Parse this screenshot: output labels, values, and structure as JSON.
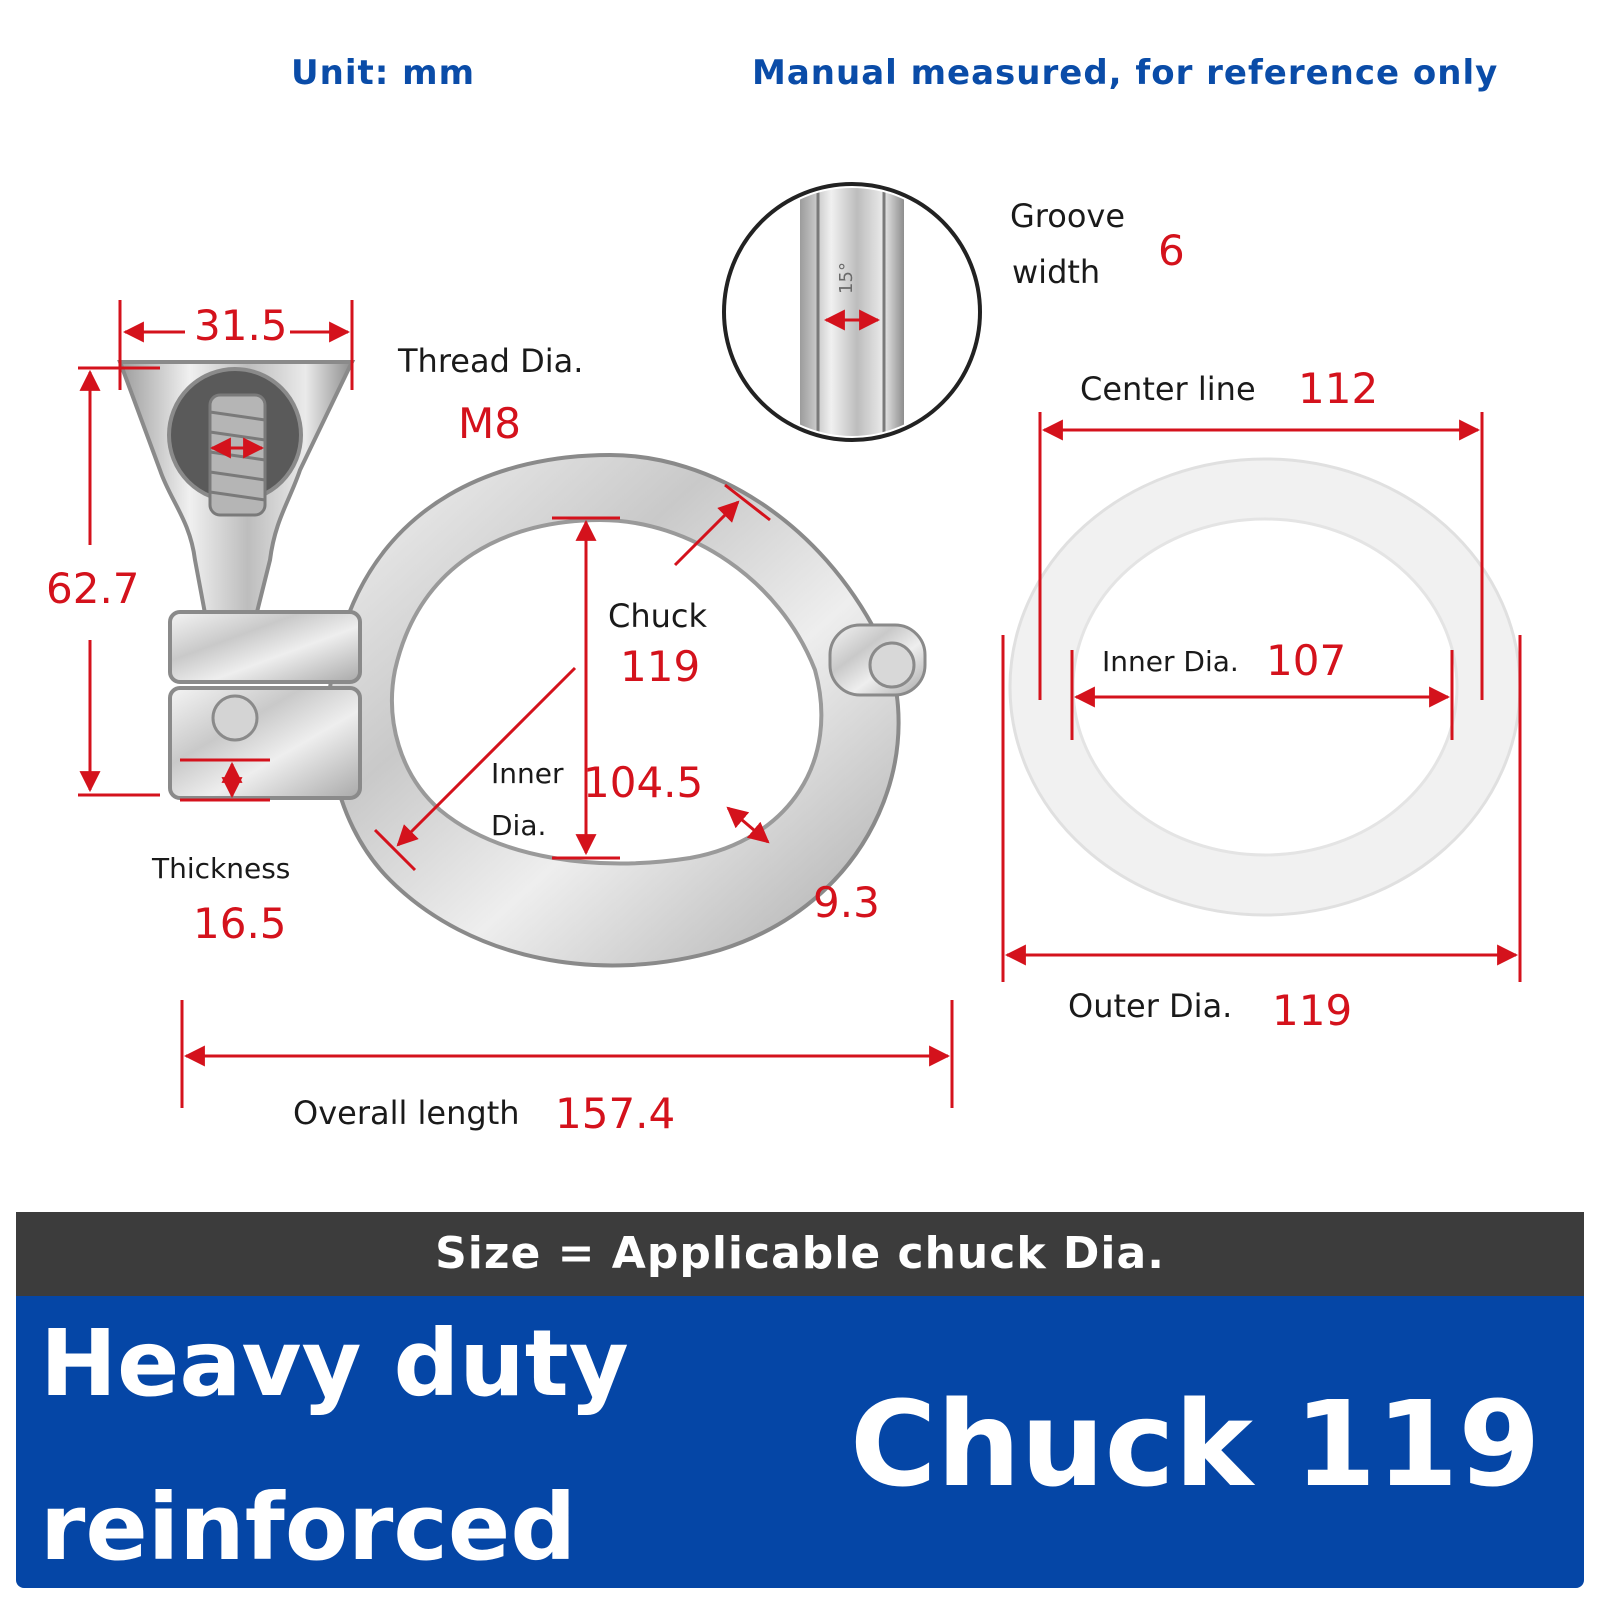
{
  "header": {
    "unit": "Unit: mm",
    "note": "Manual measured, for reference only"
  },
  "clamp": {
    "width_value": "31.5",
    "height_value": "62.7",
    "thread_label": "Thread Dia.",
    "thread_value": "M8",
    "chuck_label": "Chuck",
    "chuck_value": "119",
    "inner_label_1": "Inner",
    "inner_label_2": "Dia.",
    "inner_value": "104.5",
    "band_value": "9.3",
    "thickness_label": "Thickness",
    "thickness_value": "16.5",
    "overall_label": "Overall length",
    "overall_value": "157.4"
  },
  "groove": {
    "label_1": "Groove",
    "label_2": "width",
    "value": "6",
    "angle_mark": "15°"
  },
  "gasket": {
    "center_label": "Center line",
    "center_value": "112",
    "inner_label": "Inner Dia.",
    "inner_value": "107",
    "outer_label": "Outer Dia.",
    "outer_value": "119"
  },
  "banner": {
    "size_note": "Size = Applicable chuck Dia.",
    "product_line_1": "Heavy duty",
    "product_line_2": "reinforced",
    "model": "Chuck 119"
  },
  "colors": {
    "header_blue": "#0a4ca8",
    "dimension_red": "#d4121c",
    "band_gray": "#3c3c3c",
    "band_blue": "#0546a6"
  }
}
